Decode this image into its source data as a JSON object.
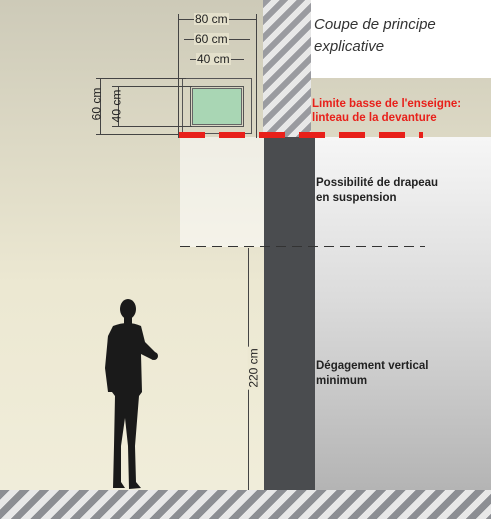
{
  "caption": {
    "line1": "Coupe de principe",
    "line2": "explicative"
  },
  "dimensions": {
    "width_80": "80 cm",
    "width_60": "60 cm",
    "width_40": "40 cm",
    "height_60": "60 cm",
    "height_40": "40 cm",
    "clearance_220": "220 cm"
  },
  "annotations": {
    "lower_limit_line1": "Limite basse de l'enseigne:",
    "lower_limit_line2": "linteau de la devanture",
    "flag_line1": "Possibilité de drapeau",
    "flag_line2": "en suspension",
    "clearance_line1": "Dégagement vertical",
    "clearance_line2": "minimum"
  },
  "colors": {
    "limit_red": "#e8201a",
    "sign_green": "#a9d6b4",
    "pillar_dark": "#4a4c4f"
  }
}
